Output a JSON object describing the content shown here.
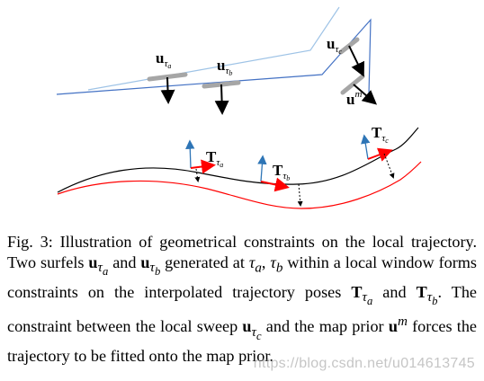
{
  "figure": {
    "labels": {
      "u_a": {
        "main": "u",
        "sub": "τ",
        "subsub": "a"
      },
      "u_b": {
        "main": "u",
        "sub": "τ",
        "subsub": "b"
      },
      "u_c": {
        "main": "u",
        "sub": "τ",
        "subsub": "c"
      },
      "u_m": {
        "main": "u",
        "sup": "m"
      },
      "T_a": {
        "main": "T",
        "sub": "τ",
        "subsub": "a"
      },
      "T_b": {
        "main": "T",
        "sub": "τ",
        "subsub": "b"
      },
      "T_c": {
        "main": "T",
        "sub": "τ",
        "subsub": "c"
      }
    },
    "colors": {
      "light_line": "#9ec3e6",
      "map_line": "#4472c4",
      "trajectory": "#000000",
      "fitted_curve": "#ff0000",
      "surfel": "#a6a6a6",
      "pose_x_axis": "#ff0000",
      "pose_y_axis": "#2e75b6"
    }
  },
  "caption": {
    "p1": "Fig. 3: Illustration of geometrical constraints on the local trajectory. Two surfels ",
    "p2": " and ",
    "p3": " generated at ",
    "p4": ", ",
    "p5": " within a local window forms constraints on the interpolated trajectory poses ",
    "p6": " and ",
    "p7": ". The constraint between the local sweep ",
    "p8": " and the map prior ",
    "p9": " forces the trajectory to be fitted onto the map prior."
  },
  "watermark": "https://blog.csdn.net/u014613745"
}
